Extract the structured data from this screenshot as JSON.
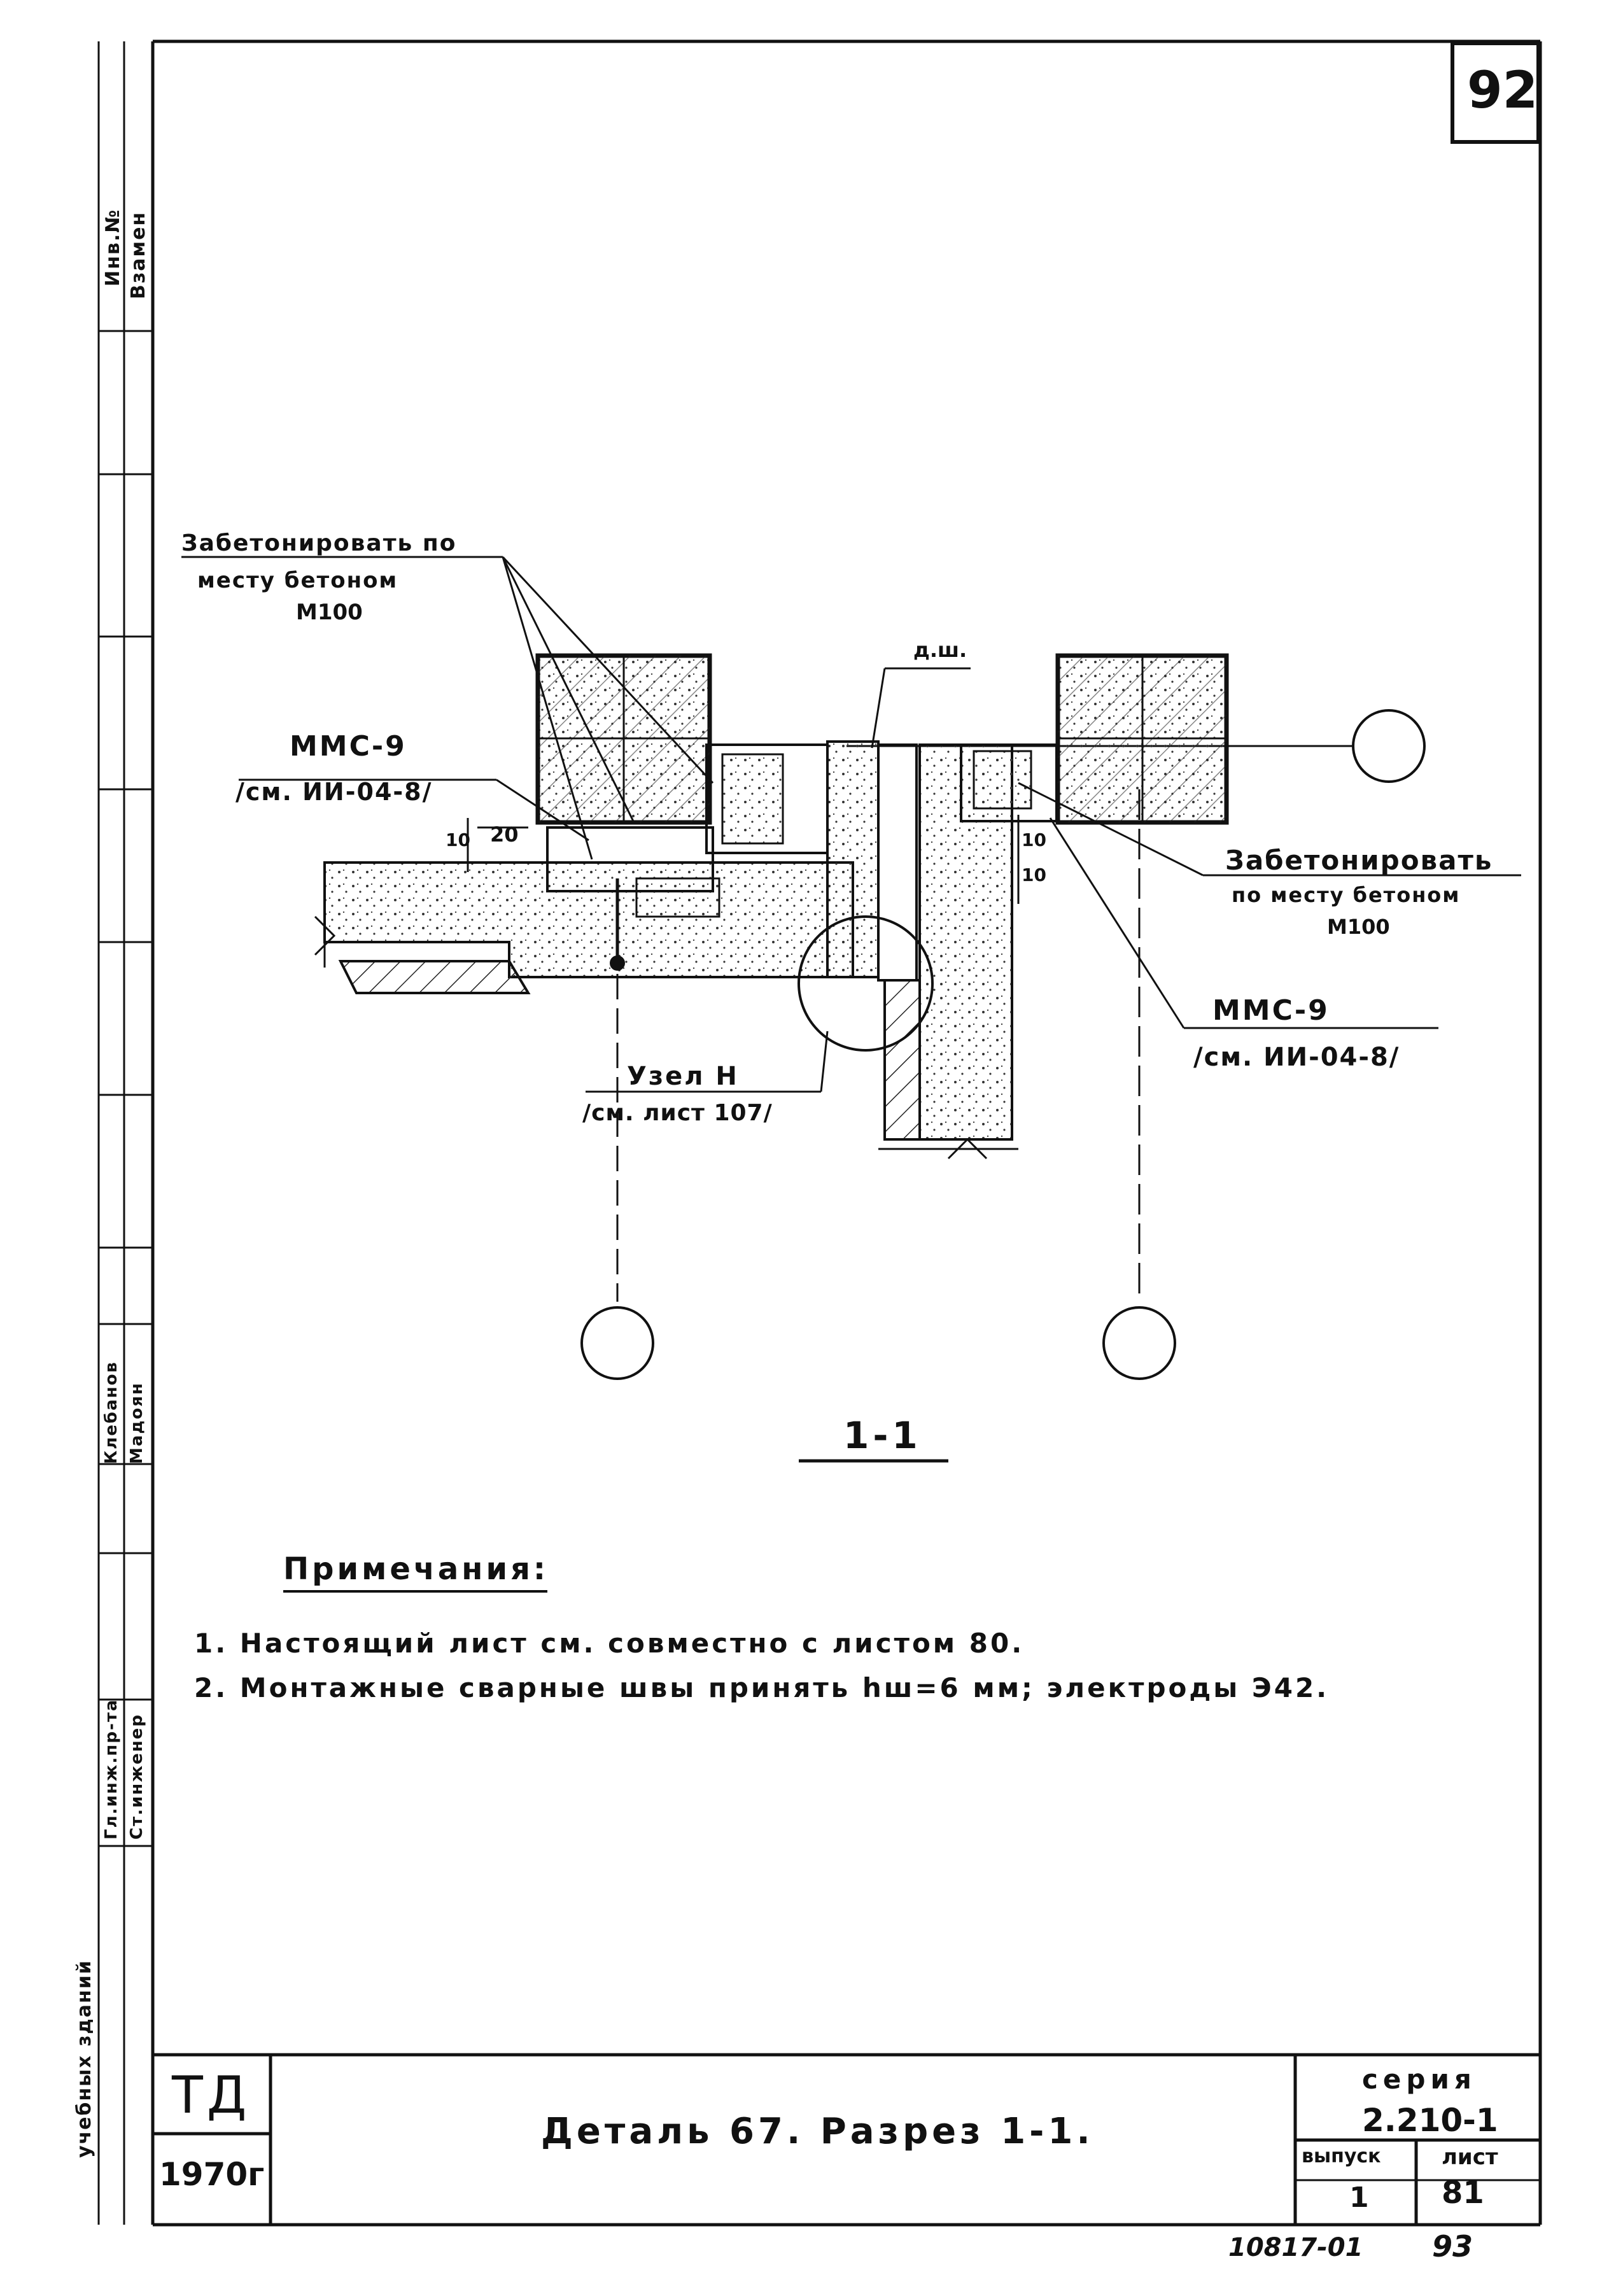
{
  "sheet_number": "92",
  "handwritten_bottom": {
    "left": "10817-01",
    "right": "93"
  },
  "callouts": {
    "concrete_left": {
      "line1": "Забетонировать по",
      "line2": "месту   бетоном",
      "line3": "М100"
    },
    "concrete_right": {
      "line1": "Забетонировать",
      "line2": "по месту  бетоном",
      "line3": "М100"
    },
    "mmc_left": {
      "name": "ММС-9",
      "ref": "/см. ИИ-04-8/"
    },
    "mmc_right": {
      "name": "ММС-9",
      "ref": "/см. ИИ-04-8/"
    },
    "node": {
      "name": "Узел Н",
      "ref": "/см. лист 107/"
    },
    "dsh": "д.ш.",
    "dim_10_left": "10",
    "dim_20_left": "20",
    "dim_10_right_a": "10",
    "dim_10_right_b": "10"
  },
  "section_label": "1-1",
  "notes": {
    "title": "Примечания:",
    "items": [
      "1.  Настоящий  лист  см.  совместно    с  листом 80.",
      "2.  Монтажные   сварные   швы   принять   hш=6 мм;  электроды  Э42."
    ]
  },
  "title_block": {
    "org": "ТД",
    "year": "1970г",
    "title": "Деталь 67.  Разрез  1-1.",
    "series_label": "серия",
    "series_value": "2.210-1",
    "issue_label": "выпуск",
    "issue_value": "1",
    "sheet_label": "лист",
    "sheet_value": "81"
  },
  "side_stamp": {
    "inv": "Инв.№",
    "vzamen": "Взамен",
    "chief_eng": "Гл.инж.пр-та",
    "chief_name": "Клебанов",
    "senior_eng": "Ст.инженер",
    "senior_name": "Мадоян",
    "buildings": "учебных  зданий"
  }
}
